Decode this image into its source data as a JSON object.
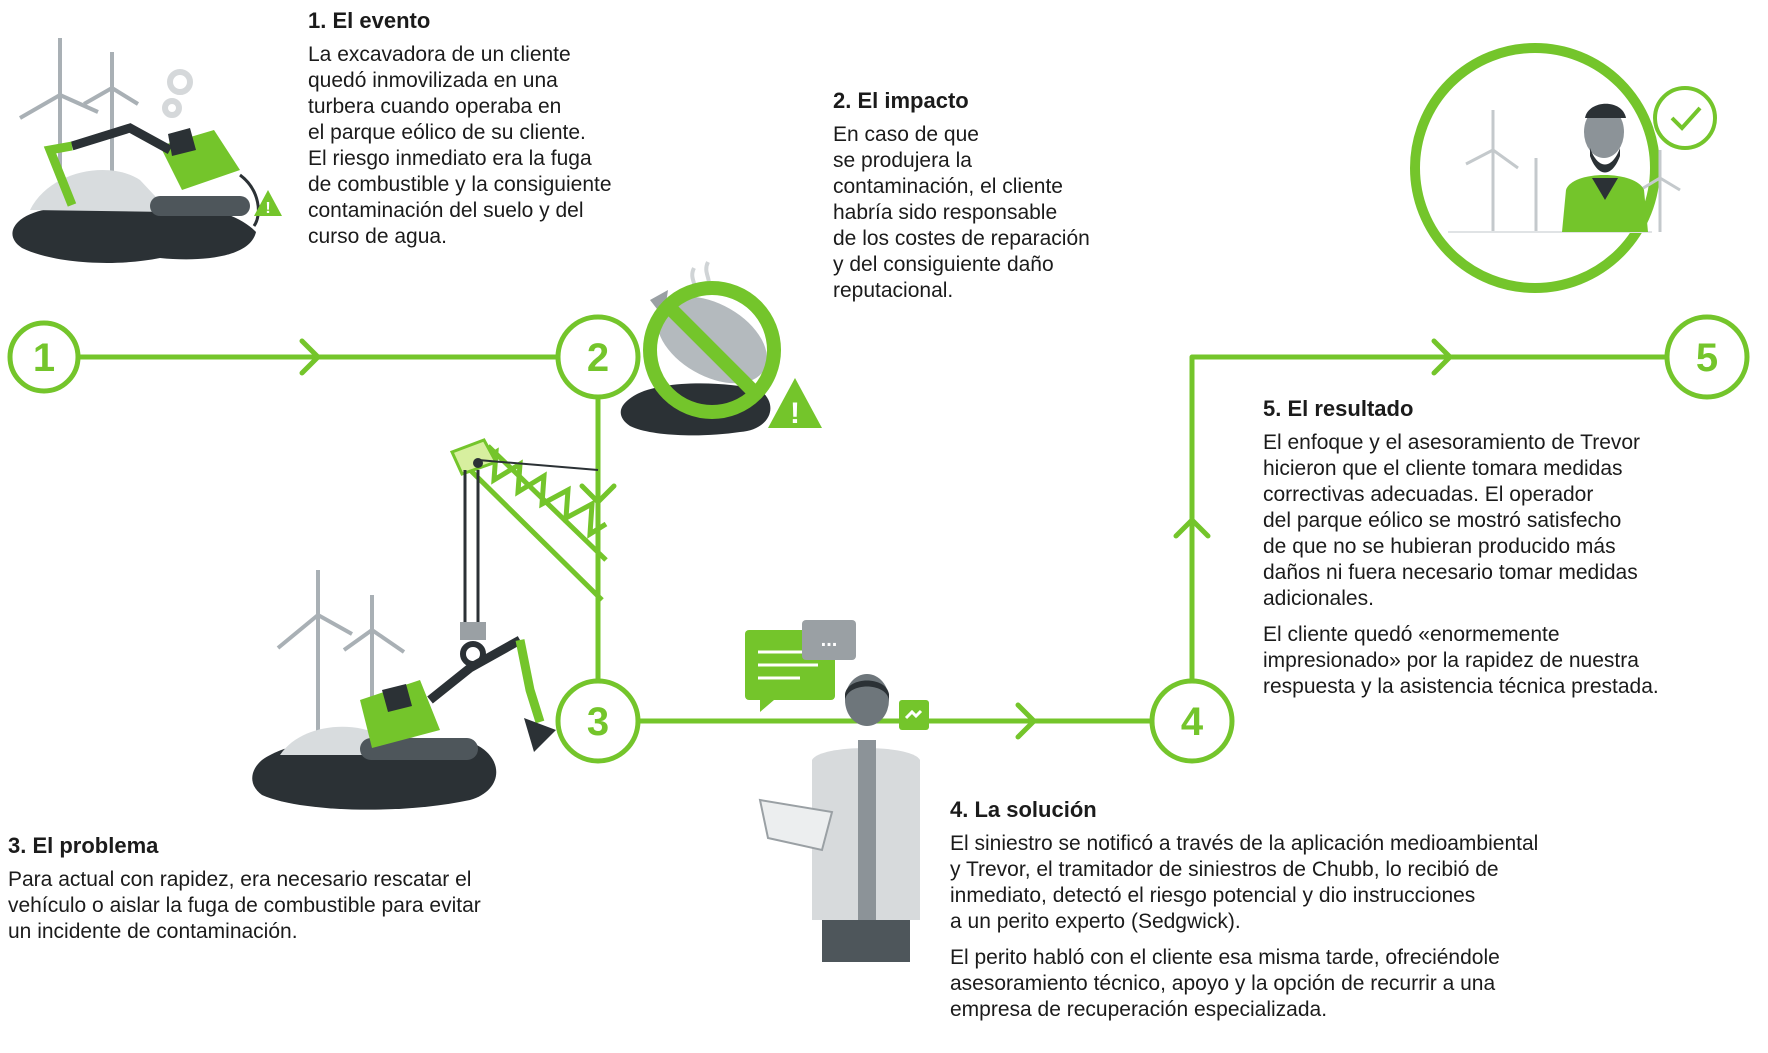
{
  "accent_color": "#74c52b",
  "dark_color": "#2b3135",
  "steps": [
    {
      "num": "1",
      "title": "1. El evento",
      "paragraphs": [
        "La excavadora de un cliente\nquedó inmovilizada en una\nturbera cuando operaba en\nel parque eólico de su cliente.\nEl riesgo inmediato era la fuga\nde combustible y la consiguiente\ncontaminación del suelo y del\ncurso de agua."
      ]
    },
    {
      "num": "2",
      "title": "2. El impacto",
      "paragraphs": [
        "En caso de que\nse produjera la\ncontaminación, el cliente\nhabría sido responsable\nde los costes de reparación\ny del consiguiente daño\nreputacional."
      ]
    },
    {
      "num": "3",
      "title": "3. El problema",
      "paragraphs": [
        "Para actual con rapidez, era necesario rescatar el\nvehículo o aislar la fuga de combustible para evitar\nun incidente de contaminación."
      ]
    },
    {
      "num": "4",
      "title": "4. La solución",
      "paragraphs": [
        "El siniestro se notificó a través de la aplicación medioambiental\ny Trevor, el tramitador de siniestros de Chubb, lo recibió de\ninmediato, detectó el riesgo potencial y dio instrucciones\na un perito experto (Sedgwick).",
        "El perito habló con el cliente esa misma tarde, ofreciéndole\nasesoramiento técnico, apoyo y la opción de recurrir a una\nempresa de recuperación especializada."
      ]
    },
    {
      "num": "5",
      "title": "5. El resultado",
      "paragraphs": [
        "El enfoque y el asesoramiento de Trevor\nhicieron que el cliente tomara medidas\ncorrectivas adecuadas. El operador\ndel parque eólico se mostró satisfecho\nde que no se hubieran producido más\ndaños ni fuera necesario tomar medidas\nadicionales.",
        "El cliente quedó «enormemente\nimpresionado» por la rapidez de nuestra\nrespuesta y la asistencia técnica prestada."
      ]
    }
  ],
  "illustrations": [
    "excavator-stuck-icon",
    "no-dead-fish-icon",
    "crane-rescue-icon",
    "claims-handler-icon",
    "satisfied-operator-icon"
  ],
  "chat_bubble_text": "..."
}
